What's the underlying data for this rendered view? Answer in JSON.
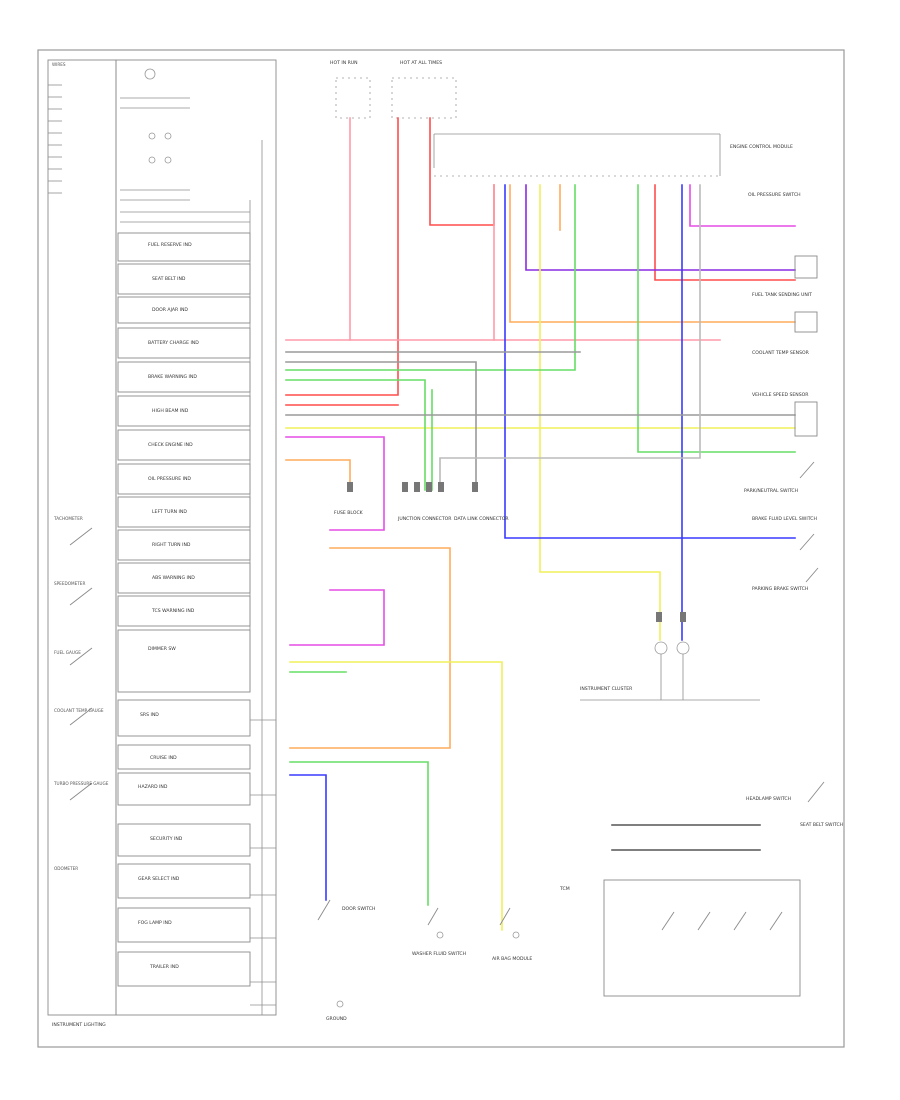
{
  "diagram": {
    "footer_label": "INSTRUMENT LIGHTING",
    "corner_label": "WIRES",
    "indicators": [
      "FUEL RESERVE IND",
      "SEAT BELT IND",
      "DOOR AJAR IND",
      "BATTERY CHARGE IND",
      "BRAKE WARNING IND",
      "HIGH BEAM IND",
      "CHECK ENGINE IND",
      "OIL PRESSURE IND",
      "LEFT TURN IND",
      "RIGHT TURN IND",
      "ABS WARNING IND",
      "TCS WARNING IND",
      "DIMMER SW",
      "SRS IND",
      "CRUISE IND",
      "HAZARD IND",
      "SECURITY IND",
      "GEAR SELECT IND",
      "FOG LAMP IND",
      "TRAILER IND"
    ],
    "gauges": [
      "TACHOMETER",
      "SPEEDOMETER",
      "FUEL GAUGE",
      "COOLANT TEMP GAUGE",
      "TURBO PRESSURE GAUGE",
      "ODOMETER"
    ],
    "top_modules": [
      "HOT IN RUN",
      "HOT AT ALL TIMES",
      "ENGINE CONTROL MODULE"
    ],
    "mid_connectors": [
      "FUSE BLOCK",
      "JUNCTION CONNECTOR",
      "DATA LINK CONNECTOR",
      "INSTRUMENT CLUSTER"
    ],
    "right_components": [
      "OIL PRESSURE SWITCH",
      "FUEL TANK SENDING UNIT",
      "COOLANT TEMP SENSOR",
      "VEHICLE SPEED SENSOR",
      "PARK/NEUTRAL SWITCH",
      "BRAKE FLUID LEVEL SWITCH",
      "PARKING BRAKE SWITCH",
      "HEADLAMP SWITCH",
      "SEAT BELT SWITCH"
    ],
    "bottom_components": [
      "DOOR SWITCH",
      "WASHER FLUID SWITCH",
      "AIR BAG MODULE",
      "TCM",
      "GROUND"
    ]
  },
  "colors": {
    "red": "#ff4d4d",
    "pink": "#ff9aa8",
    "magenta": "#e64de6",
    "purple": "#8a2be2",
    "orange": "#ffab5c",
    "yellow": "#f0f05a",
    "green": "#66dd66",
    "blue": "#3a3aff",
    "gray": "#9a9a9a",
    "dark": "#555555"
  }
}
